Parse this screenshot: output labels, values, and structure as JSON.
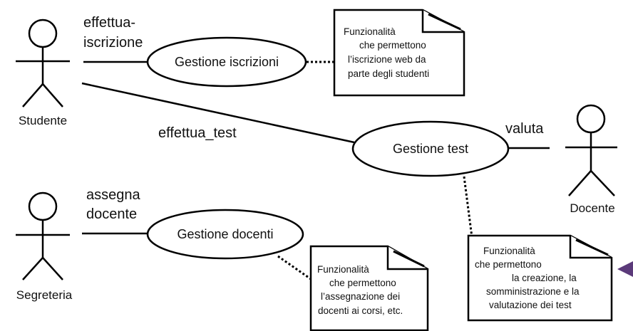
{
  "actors": {
    "studente": "Studente",
    "segreteria": "Segreteria",
    "docente": "Docente"
  },
  "use_cases": {
    "iscrizioni": "Gestione iscrizioni",
    "test": "Gestione test",
    "docenti": "Gestione docenti"
  },
  "associations": {
    "effettua_iscrizione": [
      "effettua-",
      "iscrizione"
    ],
    "effettua_test": "effettua_test",
    "valuta": "valuta",
    "assegna_docente": [
      "assegna",
      "docente"
    ]
  },
  "notes": {
    "iscrizioni": [
      "Funzionalità",
      "che permettono",
      "l’iscrizione web da",
      "parte degli studenti"
    ],
    "docenti": [
      "Funzionalità",
      "che permettono",
      "l’assegnazione dei",
      "docenti ai corsi, etc."
    ],
    "test": [
      "Funzionalità",
      "che permettono",
      "la creazione, la",
      "somministrazione e la",
      "valutazione dei test"
    ]
  },
  "colors": {
    "line": "#000000",
    "accent_arrow": "#5b3a7a"
  }
}
